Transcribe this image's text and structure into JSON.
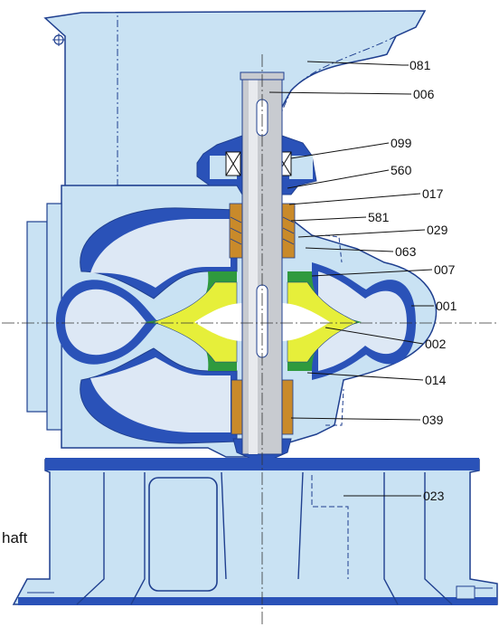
{
  "diagram": {
    "type": "pump cross-section",
    "colors": {
      "casing_fill": "#c9e2f3",
      "outline": "#1f3f8f",
      "impeller_yellow": "#e6ef3a",
      "impeller_green": "#2f9a3e",
      "shaft_grey": "#c8cbd0",
      "sleeve_orange": "#c98a2a"
    },
    "side_text": "haft",
    "labels": [
      {
        "id": "081",
        "text": "081"
      },
      {
        "id": "006",
        "text": "006"
      },
      {
        "id": "099",
        "text": "099"
      },
      {
        "id": "560",
        "text": "560"
      },
      {
        "id": "017",
        "text": "017"
      },
      {
        "id": "581",
        "text": "581"
      },
      {
        "id": "029",
        "text": "029"
      },
      {
        "id": "063",
        "text": "063"
      },
      {
        "id": "007",
        "text": "007"
      },
      {
        "id": "001",
        "text": "001"
      },
      {
        "id": "002",
        "text": "002"
      },
      {
        "id": "014",
        "text": "014"
      },
      {
        "id": "039",
        "text": "039"
      },
      {
        "id": "023",
        "text": "023"
      }
    ]
  }
}
